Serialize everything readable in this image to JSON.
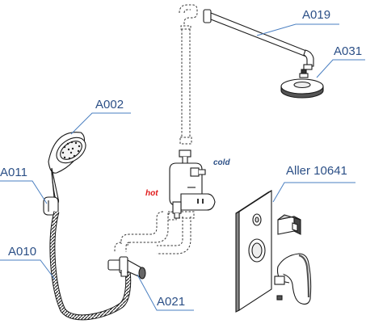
{
  "labels": {
    "a019": "A019",
    "a031": "A031",
    "a002": "A002",
    "a011": "A011",
    "a010": "A010",
    "a021": "A021",
    "aller": "Aller 10641"
  },
  "tags": {
    "cold": "cold",
    "hot": "hot"
  },
  "colors": {
    "label": "#2b4f86",
    "leader": "#4a7fc1",
    "cold": "#2b4f86",
    "hot": "#e01b1b",
    "line": "#1a1a1a"
  }
}
